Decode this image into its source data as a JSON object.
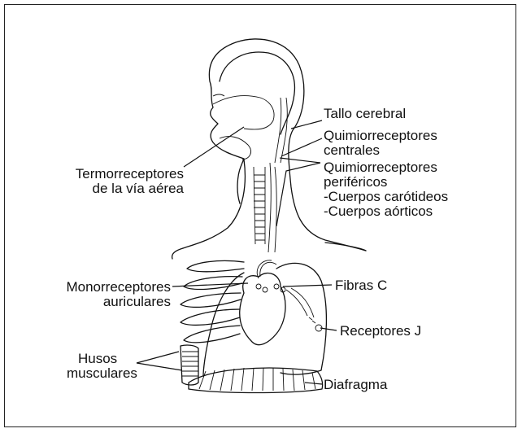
{
  "labels": {
    "tallo": "Tallo cerebral",
    "quimio_centrales_1": "Quimiorreceptores",
    "quimio_centrales_2": "centrales",
    "quimio_perifericos_1": "Quimiorreceptores",
    "quimio_perifericos_2": "periféricos",
    "cuerpos_carotideos": "-Cuerpos carótideos",
    "cuerpos_aorticos": "-Cuerpos aórticos",
    "termo_1": "Termorreceptores",
    "termo_2": "de la vía aérea",
    "mono_1": "Monorreceptores",
    "mono_2": "auriculares",
    "fibras_c": "Fibras C",
    "receptores_j": "Receptores J",
    "husos_1": "Husos",
    "husos_2": "musculares",
    "diafragma": "Diafragma"
  }
}
